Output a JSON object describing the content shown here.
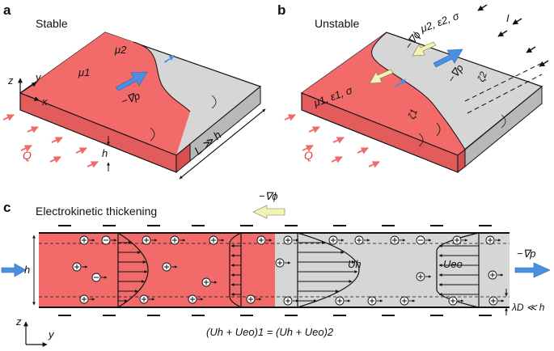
{
  "panels": {
    "a": {
      "letter": "a",
      "title": "Stable",
      "mu1": "μ1",
      "mu2": "μ2",
      "grad_p": "−∇p",
      "axis_z": "z",
      "axis_y": "y",
      "axis_x": "x",
      "flow": "Q",
      "height": "h",
      "length_relation": "L ≫ h"
    },
    "b": {
      "letter": "b",
      "title": "Unstable",
      "fluid1": "μ1, ε1, σ",
      "fluid2": "μ2, ε2, σ",
      "grad_phi": "−∇ϕ",
      "grad_p": "−∇p",
      "zeta1": "ζ1",
      "zeta2": "ζ2",
      "current": "I",
      "flow": "Q"
    },
    "c": {
      "letter": "c",
      "title": "Electrokinetic thickening",
      "grad_phi": "−∇ϕ",
      "grad_p": "−∇p",
      "height": "h",
      "U_h": "Uh",
      "U_eo": "Ueo",
      "debye": "λD ≪ h",
      "equation": "(Uh + Ueo)1 = (Uh + Ueo)2",
      "axis_z": "z",
      "axis_y": "y"
    }
  },
  "colors": {
    "fluid1": "#f26a6a",
    "fluid1_dark": "#d94f4f",
    "fluid2": "#d6d6d6",
    "fluid2_dark": "#b8b8b8",
    "arrow_blue": "#4a8fe0",
    "arrow_yellow": "#f3f2b8",
    "inflow_arrow": "#ef6a6a"
  }
}
